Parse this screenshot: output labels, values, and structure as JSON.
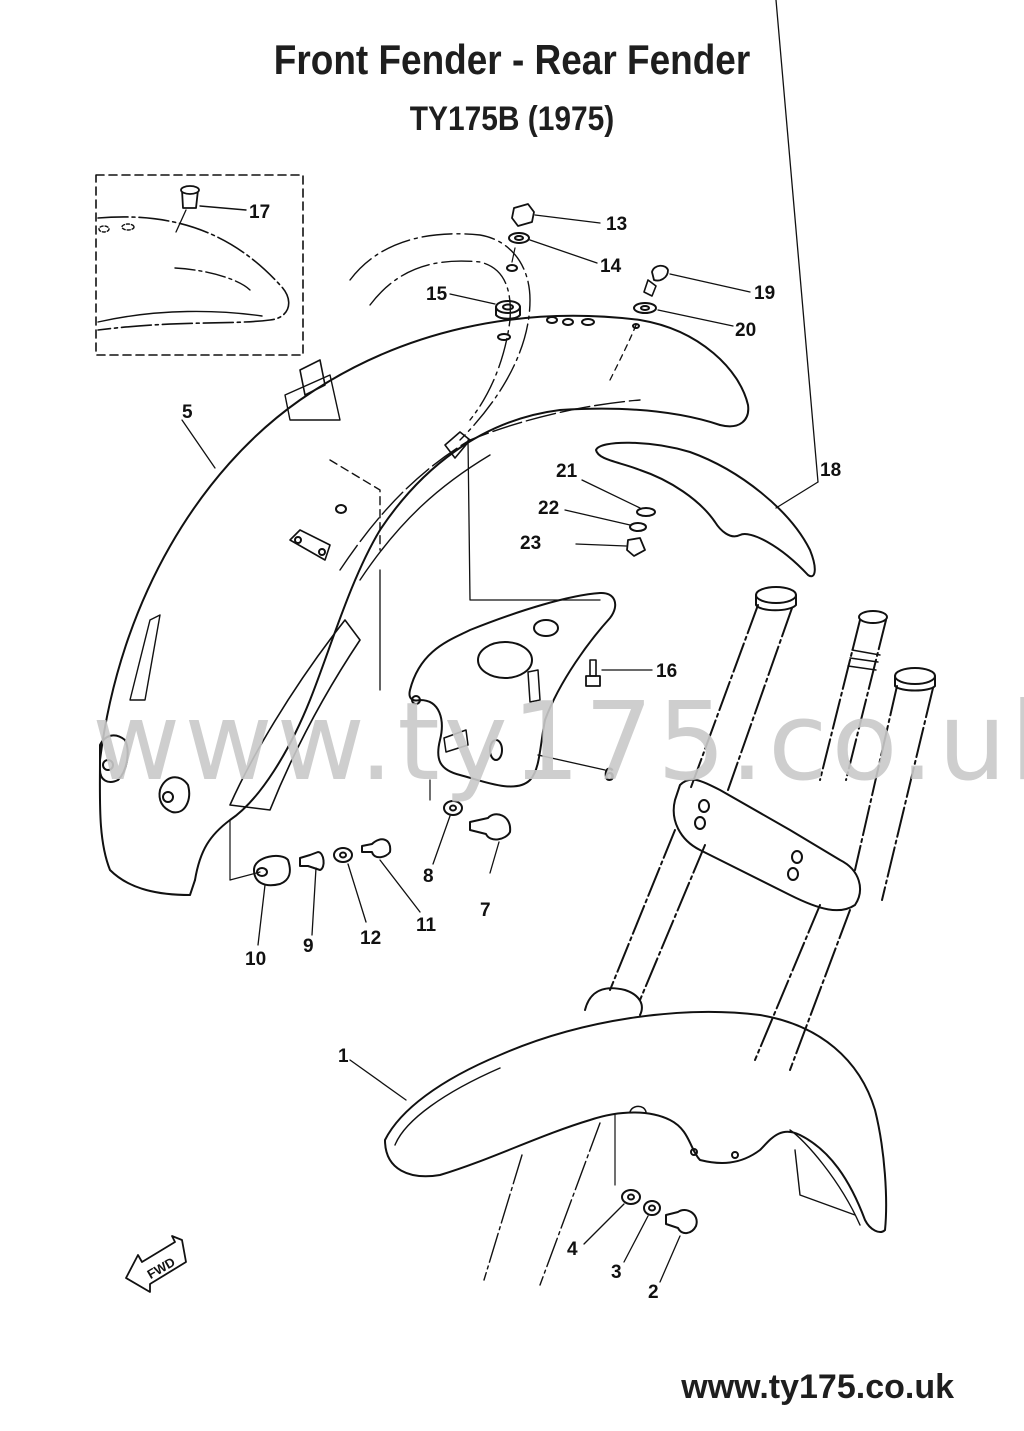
{
  "header": {
    "title": "Front Fender - Rear Fender",
    "subtitle": "TY175B (1975)"
  },
  "watermark": "www.ty175.co.uk",
  "footer": {
    "url": "www.ty175.co.uk"
  },
  "direction_indicator": {
    "label": "FWD",
    "icon": "arrow-left-icon"
  },
  "callouts": [
    {
      "id": "1",
      "label": "1",
      "part": "front-fender"
    },
    {
      "id": "2",
      "label": "2",
      "part": "bolt"
    },
    {
      "id": "3",
      "label": "3",
      "part": "spring-washer"
    },
    {
      "id": "4",
      "label": "4",
      "part": "plain-washer"
    },
    {
      "id": "5",
      "label": "5",
      "part": "rear-fender"
    },
    {
      "id": "6",
      "label": "6",
      "part": "fender-stay"
    },
    {
      "id": "7",
      "label": "7",
      "part": "bolt"
    },
    {
      "id": "8",
      "label": "8",
      "part": "washer"
    },
    {
      "id": "9",
      "label": "9",
      "part": "collar"
    },
    {
      "id": "10",
      "label": "10",
      "part": "damper"
    },
    {
      "id": "11",
      "label": "11",
      "part": "bolt"
    },
    {
      "id": "12",
      "label": "12",
      "part": "washer"
    },
    {
      "id": "13",
      "label": "13",
      "part": "nut"
    },
    {
      "id": "14",
      "label": "14",
      "part": "washer"
    },
    {
      "id": "15",
      "label": "15",
      "part": "grommet"
    },
    {
      "id": "16",
      "label": "16",
      "part": "bolt"
    },
    {
      "id": "17",
      "label": "17",
      "part": "plug"
    },
    {
      "id": "18",
      "label": "18",
      "part": "front-fender-flap"
    },
    {
      "id": "19",
      "label": "19",
      "part": "screw"
    },
    {
      "id": "20",
      "label": "20",
      "part": "washer"
    },
    {
      "id": "21",
      "label": "21",
      "part": "plain-washer"
    },
    {
      "id": "22",
      "label": "22",
      "part": "spring-washer"
    },
    {
      "id": "23",
      "label": "23",
      "part": "nut"
    }
  ],
  "colors": {
    "line": "#111111",
    "watermark": "#c9c9c9",
    "background": "#ffffff"
  }
}
